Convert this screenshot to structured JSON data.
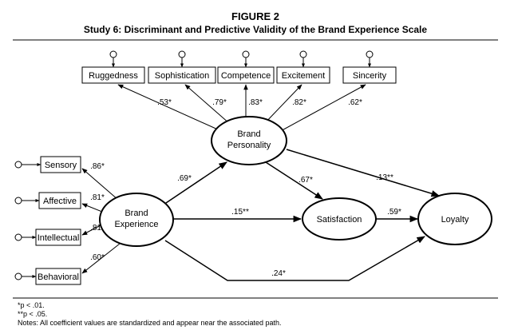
{
  "figure": {
    "label": "FIGURE 2",
    "title": "Study 6: Discriminant and Predictive Validity of the Brand Experience Scale"
  },
  "personality_items": [
    {
      "label": "Ruggedness",
      "loading": ".53*"
    },
    {
      "label": "Sophistication",
      "loading": ".79*"
    },
    {
      "label": "Competence",
      "loading": ".83*"
    },
    {
      "label": "Excitement",
      "loading": ".82*"
    },
    {
      "label": "Sincerity",
      "loading": ".62*"
    }
  ],
  "experience_items": [
    {
      "label": "Sensory",
      "loading": ".86*"
    },
    {
      "label": "Affective",
      "loading": ".81*"
    },
    {
      "label": "Intellectual",
      "loading": ".81*"
    },
    {
      "label": "Behavioral",
      "loading": ".60*"
    }
  ],
  "constructs": {
    "personality": [
      "Brand",
      "Personality"
    ],
    "experience": [
      "Brand",
      "Experience"
    ],
    "satisfaction": "Satisfaction",
    "loyalty": "Loyalty"
  },
  "paths": {
    "experience_personality": ".69*",
    "personality_satisfaction": ".67*",
    "personality_loyalty": ".13**",
    "experience_satisfaction": ".15**",
    "satisfaction_loyalty": ".59*",
    "experience_loyalty": ".24*"
  },
  "notes": {
    "line1": "*p < .01.",
    "line2": "**p < .05.",
    "line3": "Notes: All coefficient values are standardized and appear near the associated path."
  }
}
